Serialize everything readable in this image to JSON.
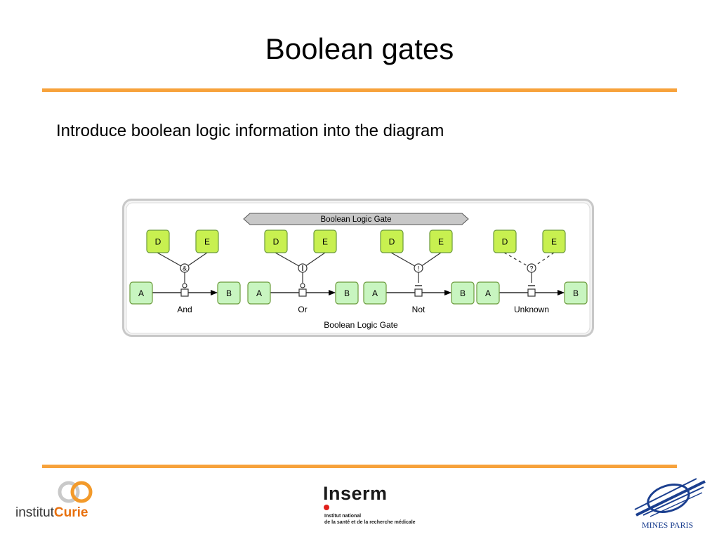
{
  "slide": {
    "title": "Boolean gates",
    "bullet": "Introduce boolean logic information into the diagram"
  },
  "diagram": {
    "header_label": "Boolean Logic Gate",
    "caption": "Boolean Logic Gate",
    "panels": [
      {
        "name": "And",
        "symbol": "&",
        "line_style": "solid",
        "connector": "consumption-circle",
        "label": "And"
      },
      {
        "name": "Or",
        "symbol": "|",
        "line_style": "solid",
        "connector": "consumption-circle",
        "label": "Or"
      },
      {
        "name": "Not",
        "symbol": "!",
        "line_style": "solid",
        "connector": "inhibition-bar",
        "label": "Not"
      },
      {
        "name": "Unknown",
        "symbol": "?",
        "line_style": "dashed",
        "connector": "inhibition-bar",
        "label": "Unknown"
      }
    ],
    "node_labels": {
      "a": "A",
      "b": "B",
      "d": "D",
      "e": "E"
    },
    "colors": {
      "frame_border": "#c8c8c8",
      "header_fill": "#c8c8c8",
      "de_node_fill": "#c8f050",
      "ab_node_fill": "#c8f5c0",
      "node_border": "#6a9a3a"
    }
  },
  "footer": {
    "curie": {
      "prefix": "institut",
      "brand": "Curie"
    },
    "inserm": {
      "name": "Inserm",
      "line1": "Institut national",
      "line2": "de la santé et de la recherche médicale"
    },
    "mines": {
      "name": "MINES PARIS"
    },
    "colors": {
      "accent_orange": "#f7a23b",
      "curie_orange": "#e8700d",
      "inserm_red": "#e0201b",
      "mines_blue": "#1b3f8f"
    }
  }
}
